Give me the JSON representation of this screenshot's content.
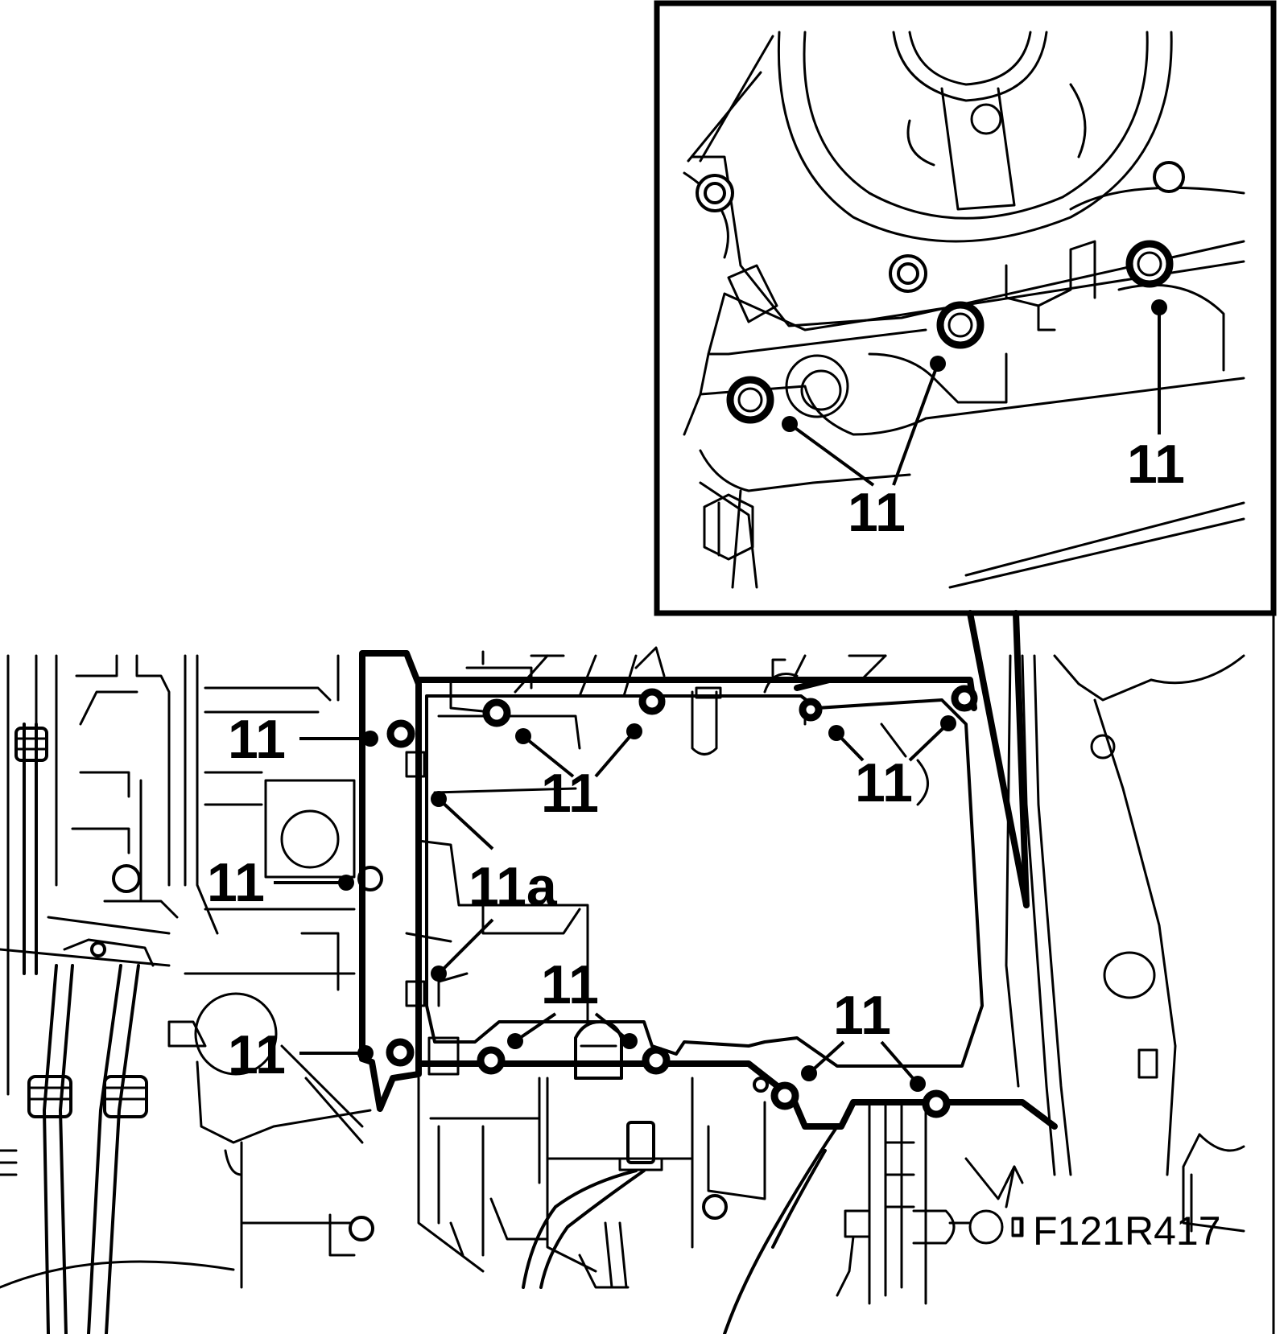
{
  "figure_code": "F121R417",
  "callouts": {
    "inset_left": "11",
    "inset_right": "11",
    "top_left": "11",
    "top_center": "11",
    "top_right": "11",
    "mid_left": "11",
    "center_11a": "11a",
    "bottom_left": "11",
    "bottom_center": "11",
    "bottom_right": "11"
  }
}
